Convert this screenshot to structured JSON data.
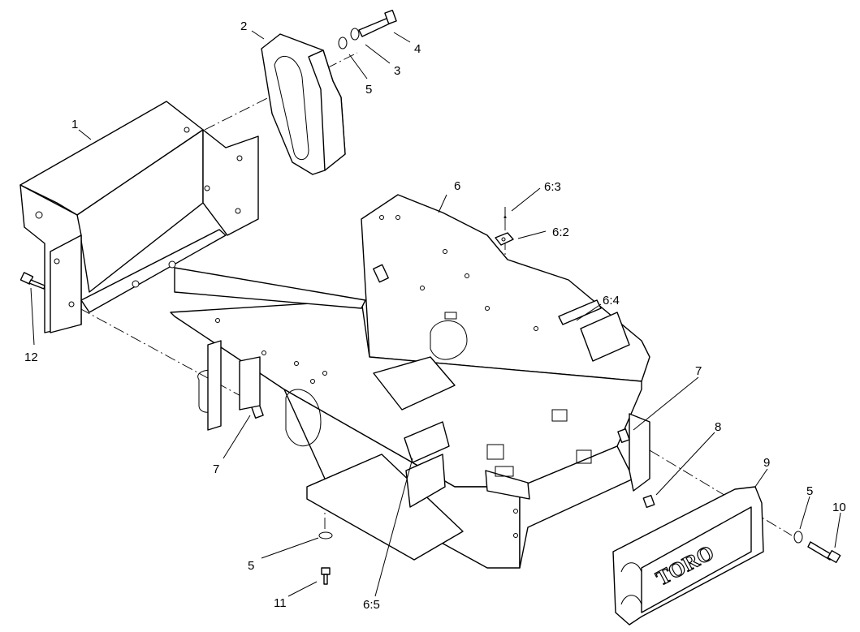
{
  "callouts": {
    "c1": "1",
    "c2": "2",
    "c3": "3",
    "c4": "4",
    "c5a": "5",
    "c5b": "5",
    "c5c": "5",
    "c6": "6",
    "c6_2": "6:2",
    "c6_3": "6:3",
    "c6_4": "6:4",
    "c6_5": "6:5",
    "c7a": "7",
    "c7b": "7",
    "c8": "8",
    "c9": "9",
    "c10": "10",
    "c11": "11",
    "c12": "12"
  },
  "brand_logo": "TORO"
}
